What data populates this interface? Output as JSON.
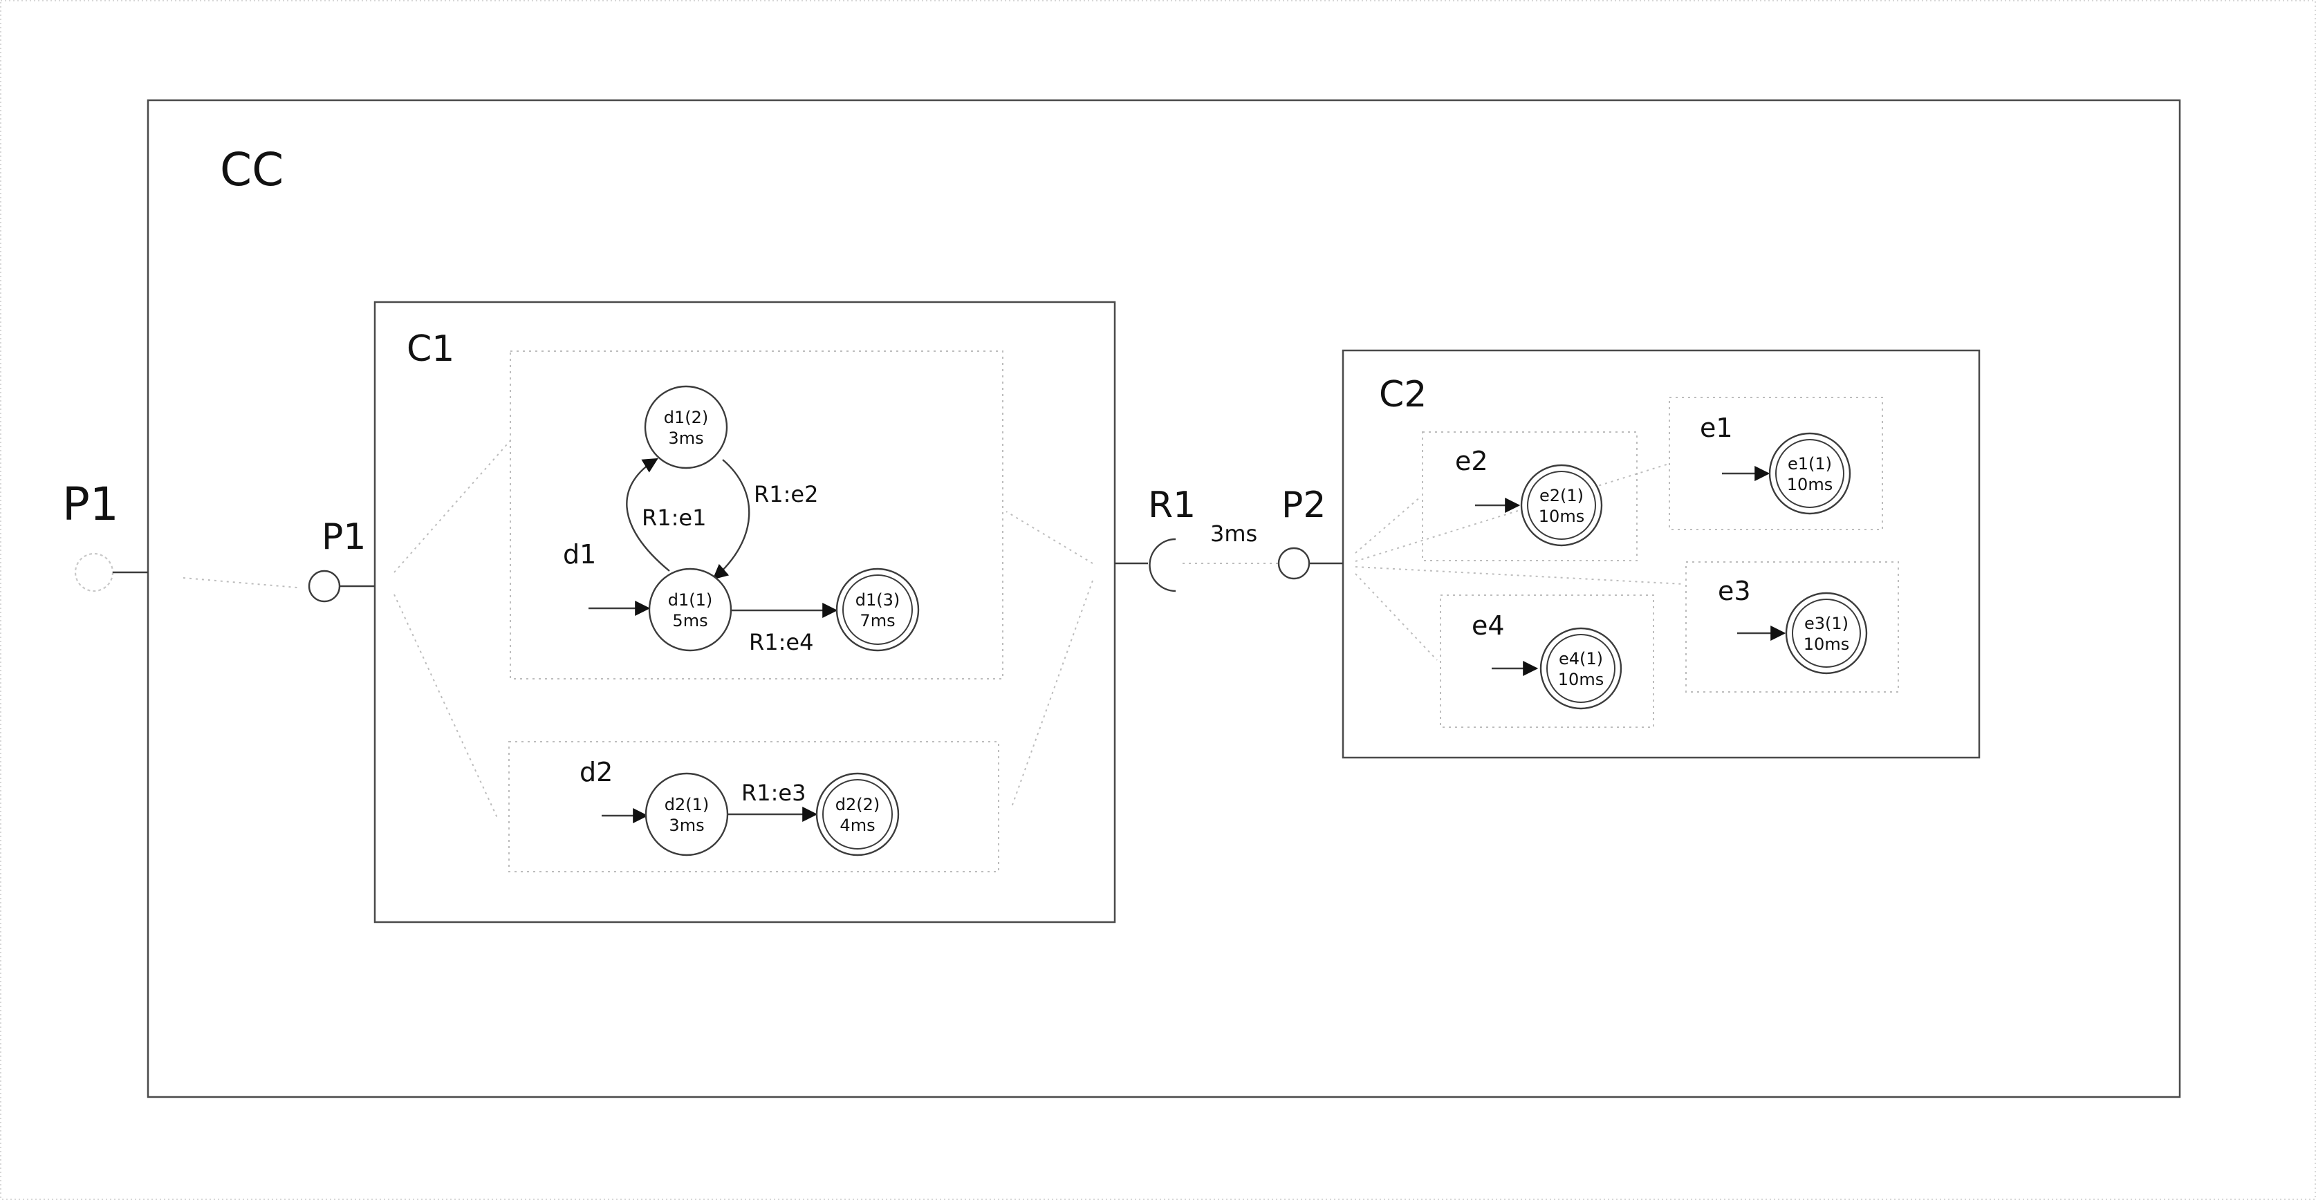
{
  "composite": {
    "title": "CC",
    "external_port": "P1",
    "components": [
      {
        "name": "C1",
        "port": "P1",
        "required_port": "R1",
        "connector_delay": "3ms",
        "machines": [
          {
            "name": "d1",
            "states": [
              {
                "name": "d1(1)",
                "time": "5ms",
                "initial": true,
                "final": false
              },
              {
                "name": "d1(2)",
                "time": "3ms",
                "initial": false,
                "final": false
              },
              {
                "name": "d1(3)",
                "time": "7ms",
                "initial": false,
                "final": true
              }
            ],
            "transitions": [
              {
                "from": "d1(1)",
                "to": "d1(2)",
                "label": "R1:e1"
              },
              {
                "from": "d1(2)",
                "to": "d1(1)",
                "label": "R1:e2"
              },
              {
                "from": "d1(1)",
                "to": "d1(3)",
                "label": "R1:e4"
              }
            ]
          },
          {
            "name": "d2",
            "states": [
              {
                "name": "d2(1)",
                "time": "3ms",
                "initial": true,
                "final": false
              },
              {
                "name": "d2(2)",
                "time": "4ms",
                "initial": false,
                "final": true
              }
            ],
            "transitions": [
              {
                "from": "d2(1)",
                "to": "d2(2)",
                "label": "R1:e3"
              }
            ]
          }
        ]
      },
      {
        "name": "C2",
        "port": "P2",
        "machines": [
          {
            "name": "e2",
            "states": [
              {
                "name": "e2(1)",
                "time": "10ms",
                "initial": true,
                "final": true
              }
            ]
          },
          {
            "name": "e1",
            "states": [
              {
                "name": "e1(1)",
                "time": "10ms",
                "initial": true,
                "final": true
              }
            ]
          },
          {
            "name": "e4",
            "states": [
              {
                "name": "e4(1)",
                "time": "10ms",
                "initial": true,
                "final": true
              }
            ]
          },
          {
            "name": "e3",
            "states": [
              {
                "name": "e3(1)",
                "time": "10ms",
                "initial": true,
                "final": true
              }
            ]
          }
        ]
      }
    ]
  }
}
